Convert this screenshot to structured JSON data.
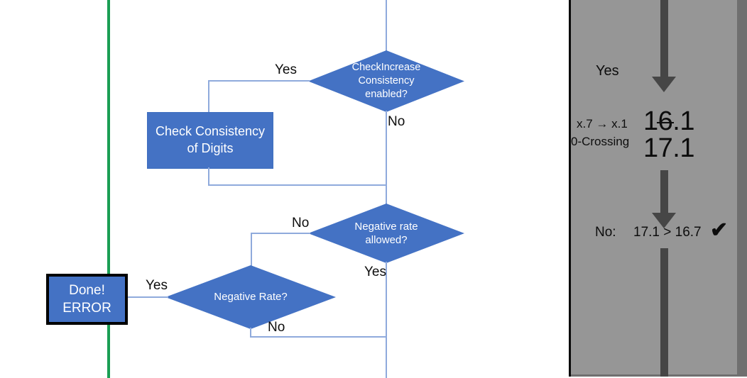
{
  "flowchart": {
    "decisions": [
      {
        "id": "check-increase-consistency",
        "lines": [
          "CheckIncrease",
          "Consistency",
          "enabled?"
        ],
        "yes_label": "Yes",
        "no_label": "No"
      },
      {
        "id": "negative-rate-allowed",
        "lines": [
          "Negative rate",
          "allowed?"
        ],
        "yes_label": "Yes",
        "no_label": "No"
      },
      {
        "id": "negative-rate",
        "lines": [
          "Negative Rate?"
        ],
        "yes_label": "Yes",
        "no_label": "No"
      }
    ],
    "process_boxes": [
      {
        "id": "check-consistency-of-digits",
        "lines": [
          "Check Consistency",
          "of Digits"
        ]
      },
      {
        "id": "done-error",
        "lines": [
          "Done!",
          "ERROR"
        ]
      }
    ],
    "colors": {
      "shape_fill": "#4472c4",
      "connector": "#8faadc",
      "green_rule": "#1a9e54",
      "shape_text": "#ffffff"
    }
  },
  "annotation_panel": {
    "background": "#969696",
    "yes_label": "Yes",
    "rounding_note": "x.7 → x.1",
    "crossing_note": "0-Crossing",
    "value_before_prefix": "1",
    "value_before_struck": "6",
    "value_before_suffix": ".1",
    "value_after": "17.1",
    "comparison_label": "No:",
    "comparison_expression": "17.1 > 16.7",
    "comparison_mark": "✔",
    "arrow_icon": "down-arrow-icon"
  }
}
